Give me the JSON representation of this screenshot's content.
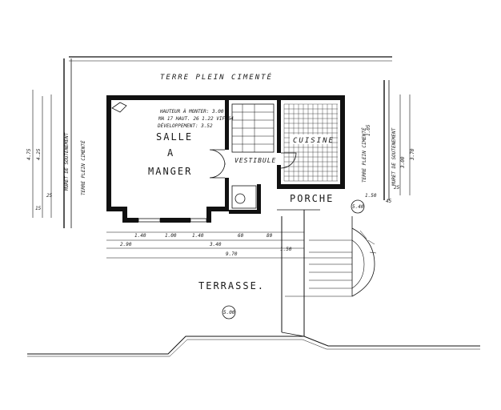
{
  "plan": {
    "labels": {
      "terre_top": "TERRE   PLEIN   CIMENTÉ",
      "terre_left": "TERRE   PLEIN   CIMENTÉ",
      "terre_right": "TERRE   PLEIN   CIMENTÉ",
      "muret_left": "MURET   DE   SOUTENEMENT",
      "muret_right": "MURET   DE   SOUTENEMENT",
      "salle_1": "SALLE",
      "salle_2": "A",
      "salle_3": "MANGER",
      "note_1": "HAUTEUR À MONTER: 3.00",
      "note_2": "MA  17  HAUT. 26  1.22  VIF.64",
      "note_3": "DÉVELOPPEMENT:  3.52",
      "cuisine": "CUISINE",
      "vestibule": "VESTIBULE",
      "porche": "PORCHE",
      "terrasse": "TERRASSE.",
      "level_1": "5.40",
      "level_2": "5.00"
    },
    "dimensions": {
      "total_width": "9.70",
      "w_left": "2.90",
      "w_mid": "3.40",
      "w_140_a": "1.40",
      "w_100": "1.00",
      "w_140_b": "1.40",
      "w_60": "60",
      "w_80": "80",
      "w_150": "1.50",
      "left_depth_a": "4.75",
      "left_depth_b": "4.25",
      "left_15": "15",
      "left_25": "25",
      "right_300": "3.00",
      "right_370": "3.70",
      "right_25": "25",
      "right_45": "45",
      "right_150": "1.50",
      "right_105": "1.05"
    }
  }
}
